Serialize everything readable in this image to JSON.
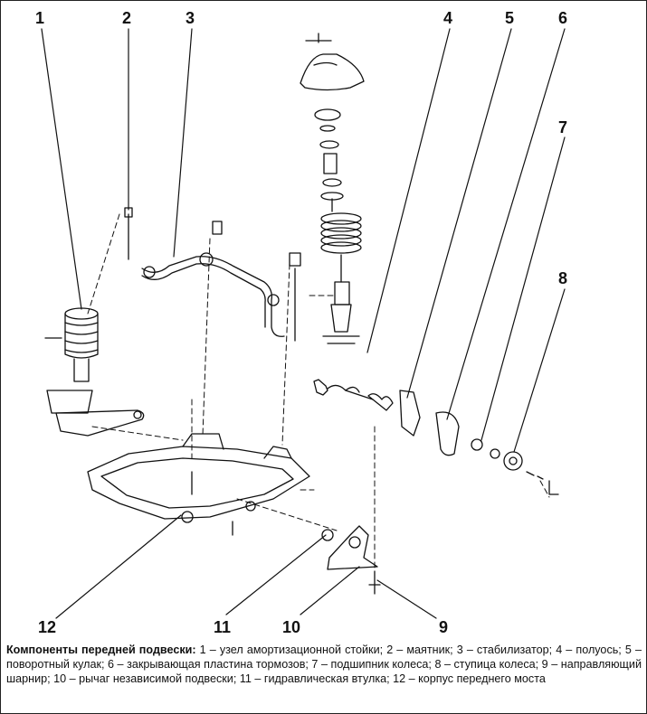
{
  "callouts": [
    "1",
    "2",
    "3",
    "4",
    "5",
    "6",
    "7",
    "8",
    "9",
    "10",
    "11",
    "12"
  ],
  "caption": {
    "heading": "Компоненты передней подвески:",
    "text": " 1 – узел амортизационной стойки; 2 – маятник; 3 – стабилизатор; 4 – полуось; 5 – поворотный кулак; 6 – закрывающая пластина тормозов; 7 – подшипник колеса; 8 – ступица колеса; 9 – направляющий шарнир; 10 – рычаг независимой подвески; 11 – гидравлическая втулка; 12 – корпус переднего моста"
  }
}
